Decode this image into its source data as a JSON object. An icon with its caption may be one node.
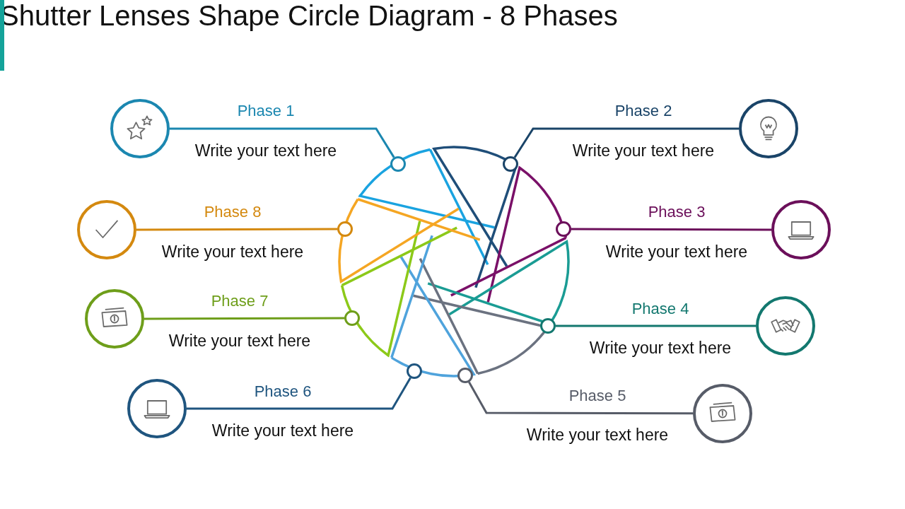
{
  "diagram": {
    "title": "Shutter Lenses Shape Circle Diagram - 8 Phases",
    "nodes": [
      {
        "text": [],
        "shape": "circle",
        "beside": [
          "Write your text here"
        ]
      },
      {
        "text": [],
        "shape": "circle",
        "beside": [
          "Write your text here"
        ]
      },
      {
        "text": [],
        "shape": "circle",
        "beside": [
          "Write your text here"
        ]
      },
      {
        "text": [],
        "shape": "circle",
        "beside": [
          "Write your text here"
        ]
      },
      {
        "text": [],
        "shape": "circle",
        "beside": [
          "Write your text here"
        ]
      },
      {
        "text": [],
        "shape": "circle",
        "beside": [
          "Write your text here"
        ]
      },
      {
        "text": [],
        "shape": "circle",
        "beside": [
          "Write your text here"
        ]
      },
      {
        "text": [],
        "shape": "circle",
        "beside": [
          "Write your text here"
        ]
      },
      {
        "text": [],
        "shape": "circle"
      },
      {
        "text": [],
        "shape": "circle"
      },
      {
        "text": [],
        "shape": "circle"
      },
      {
        "text": [],
        "shape": "circle"
      },
      {
        "text": [],
        "shape": "circle"
      },
      {
        "text": [],
        "shape": "circle"
      },
      {
        "text": [],
        "shape": "circle"
      },
      {
        "text": [],
        "shape": "circle"
      }
    ],
    "edges": [
      {
        "from": 0,
        "to": 8,
        "arrow": "none",
        "label": "Phase 1",
        "color": "#1b87b0"
      },
      {
        "from": 1,
        "to": 9,
        "arrow": "none",
        "label": "Phase 2",
        "color": "#1a4468"
      },
      {
        "from": 2,
        "to": 10,
        "arrow": "none",
        "label": "Phase 3",
        "color": "#6b0f5a"
      },
      {
        "from": 3,
        "to": 11,
        "arrow": "none",
        "label": "Phase 4",
        "color": "#13786f"
      },
      {
        "from": 4,
        "to": 12,
        "arrow": "none",
        "label": "Phase 5",
        "color": "#575c68"
      },
      {
        "from": 5,
        "to": 13,
        "arrow": "none",
        "label": "Phase 6",
        "color": "#1f557f"
      },
      {
        "from": 6,
        "to": 14,
        "arrow": "none",
        "label": "Phase 7",
        "color": "#6e9e1a"
      },
      {
        "from": 7,
        "to": 15,
        "arrow": "none",
        "label": "Phase 8",
        "color": "#d4890f"
      }
    ]
  }
}
